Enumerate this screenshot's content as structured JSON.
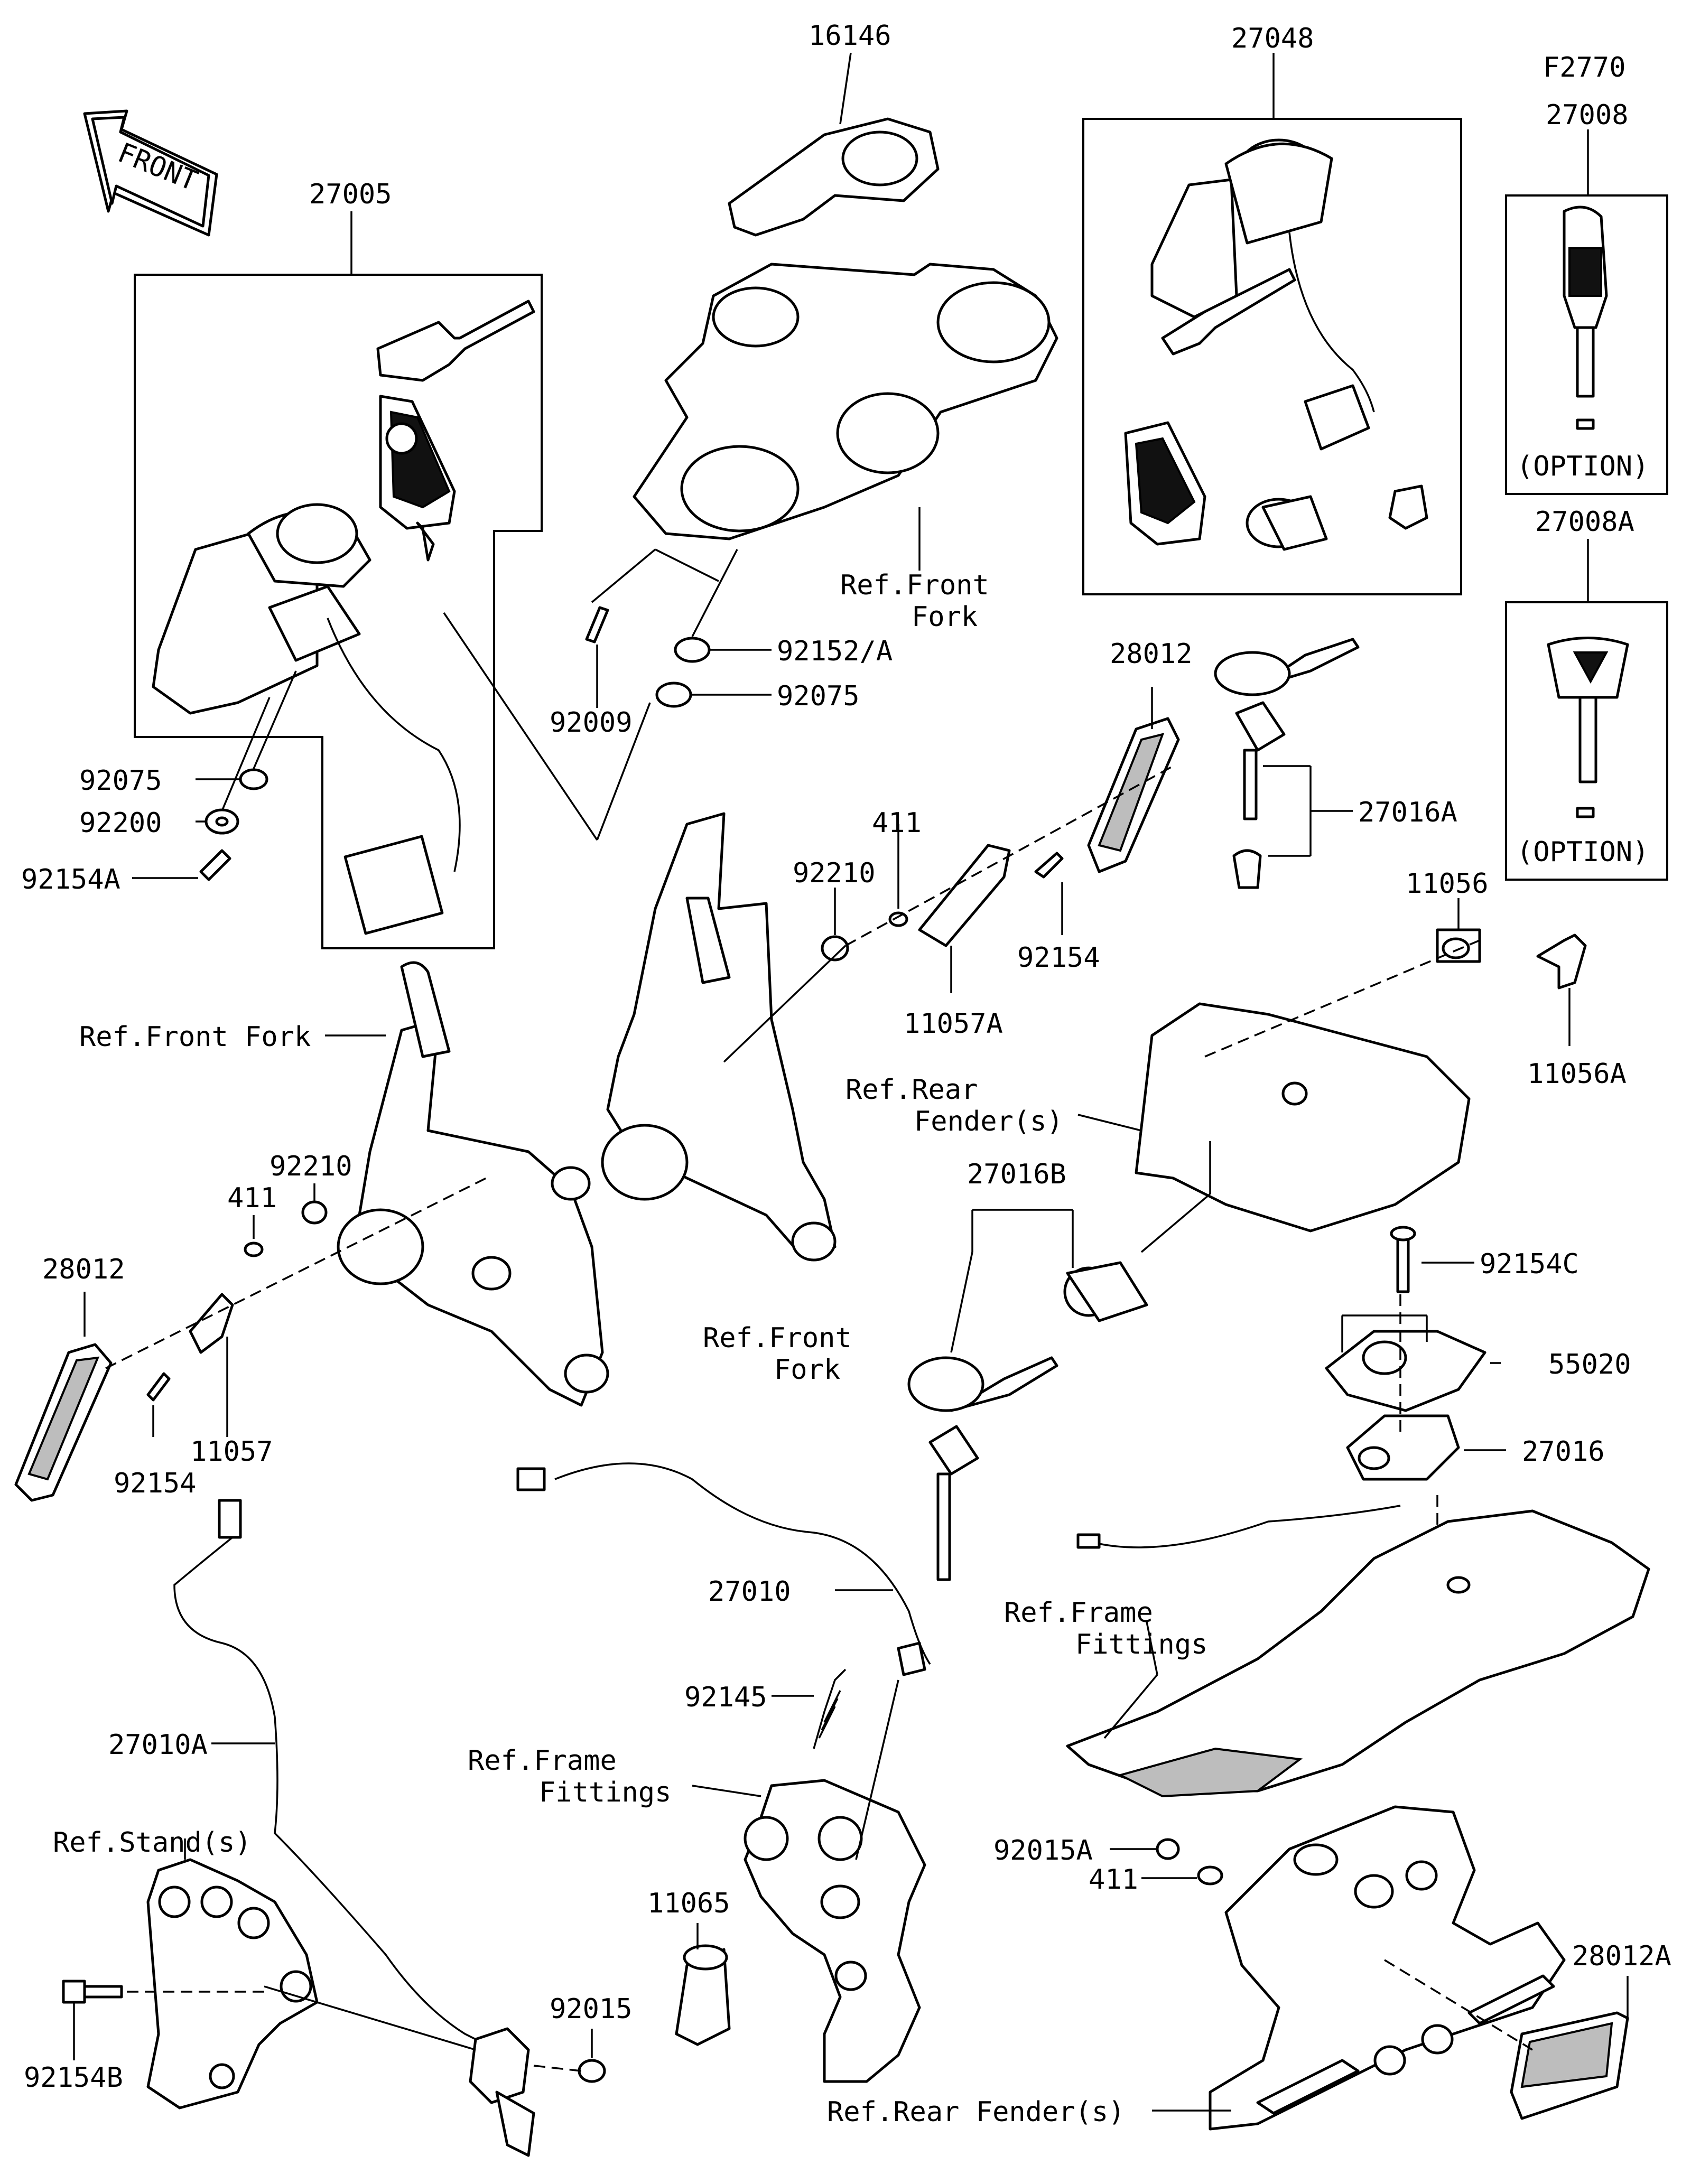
{
  "diagram_id": "F2770",
  "front_label": "FRONT",
  "labels": {
    "p16146": "16146",
    "p27048": "27048",
    "p27008": "27008",
    "p27008A": "27008A",
    "p27005": "27005",
    "option1": "(OPTION)",
    "option2": "(OPTION)",
    "ref_front_fork_top_1": "Ref.Front",
    "ref_front_fork_top_2": "Fork",
    "p92152A": "92152/A",
    "p92075_mid": "92075",
    "p92009": "92009",
    "p28012_right": "28012",
    "p27016A": "27016A",
    "p92075_left": "92075",
    "p92200": "92200",
    "p92154A": "92154A",
    "p92210_mid": "92210",
    "p411_mid": "411",
    "p92154_mid": "92154",
    "p11057A": "11057A",
    "p11056": "11056",
    "p11056A": "11056A",
    "ref_rear_fender_top_1": "Ref.Rear",
    "ref_rear_fender_top_2": "Fender(s)",
    "ref_front_fork_left": "Ref.Front Fork",
    "p92210_left": "92210",
    "p411_left": "411",
    "p28012_left": "28012",
    "p92154_left": "92154",
    "p11057": "11057",
    "ref_front_fork_mid_1": "Ref.Front",
    "ref_front_fork_mid_2": "Fork",
    "p27016B": "27016B",
    "p92154C": "92154C",
    "p55020": "55020",
    "p27016": "27016",
    "p27010": "27010",
    "ref_frame_fittings_right_1": "Ref.Frame",
    "ref_frame_fittings_right_2": "Fittings",
    "p92145": "92145",
    "ref_frame_fittings_mid_1": "Ref.Frame",
    "ref_frame_fittings_mid_2": "Fittings",
    "p27010A": "27010A",
    "ref_stands": "Ref.Stand(s)",
    "p11065": "11065",
    "p92015A": "92015A",
    "p411_bottom": "411",
    "p28012A": "28012A",
    "p92015": "92015",
    "p92154B": "92154B",
    "ref_rear_fender_bottom": "Ref.Rear Fender(s)"
  },
  "colors": {
    "line": "#000000",
    "background": "#ffffff",
    "shade": "#bdbdbd"
  }
}
